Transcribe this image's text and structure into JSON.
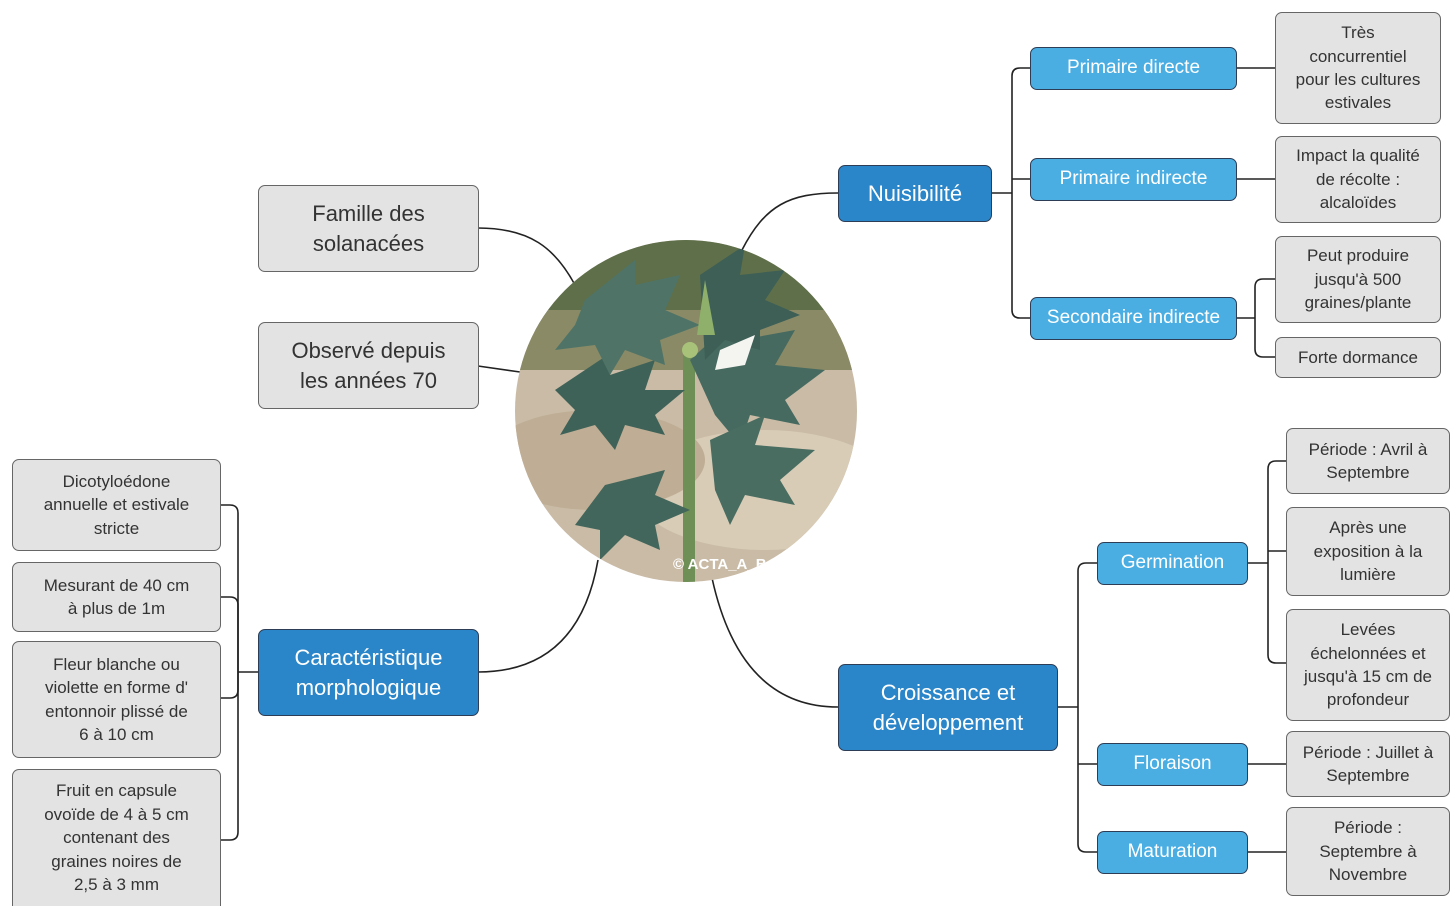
{
  "center": {
    "photo_credit": "© ACTA_A_B"
  },
  "left": {
    "famille": "Famille des\nsolanacées",
    "observe": "Observé depuis\nles années 70",
    "morpho": {
      "label": "Caractéristique\nmorphologique",
      "items": [
        "Dicotyloédone\nannuelle et estivale\nstricte",
        "Mesurant de 40 cm\nà plus de 1m",
        "Fleur blanche ou\nviolette en forme d'\nentonnoir plissé de\n6 à 10 cm",
        "Fruit en capsule\novoïde de 4 à 5 cm\ncontenant des\ngraines noires de\n2,5 à 3 mm"
      ]
    }
  },
  "nuisibilite": {
    "label": "Nuisibilité",
    "primaire_directe": {
      "label": "Primaire directe",
      "detail": "Très\nconcurrentiel\npour les cultures\nestivales"
    },
    "primaire_indirecte": {
      "label": "Primaire indirecte",
      "detail": "Impact la qualité\nde récolte :\nalcaloïdes"
    },
    "secondaire_indirecte": {
      "label": "Secondaire indirecte",
      "details": [
        "Peut produire\njusqu'à 500\ngraines/plante",
        "Forte dormance"
      ]
    }
  },
  "croissance": {
    "label": "Croissance et\ndéveloppement",
    "germination": {
      "label": "Germination",
      "details": [
        "Période : Avril à\nSeptembre",
        "Après une\nexposition à la\nlumière",
        "Levées\néchelonnées et\njusqu'à 15 cm de\nprofondeur"
      ]
    },
    "floraison": {
      "label": "Floraison",
      "detail": "Période : Juillet à\nSeptembre"
    },
    "maturation": {
      "label": "Maturation",
      "detail": "Période :\nSeptembre à\nNovembre"
    }
  },
  "colors": {
    "main_node": "#2a86c8",
    "sub_node": "#4aaee3",
    "leaf_node": "#e3e3e3",
    "border": "#2d3d55",
    "connector": "#222222"
  }
}
